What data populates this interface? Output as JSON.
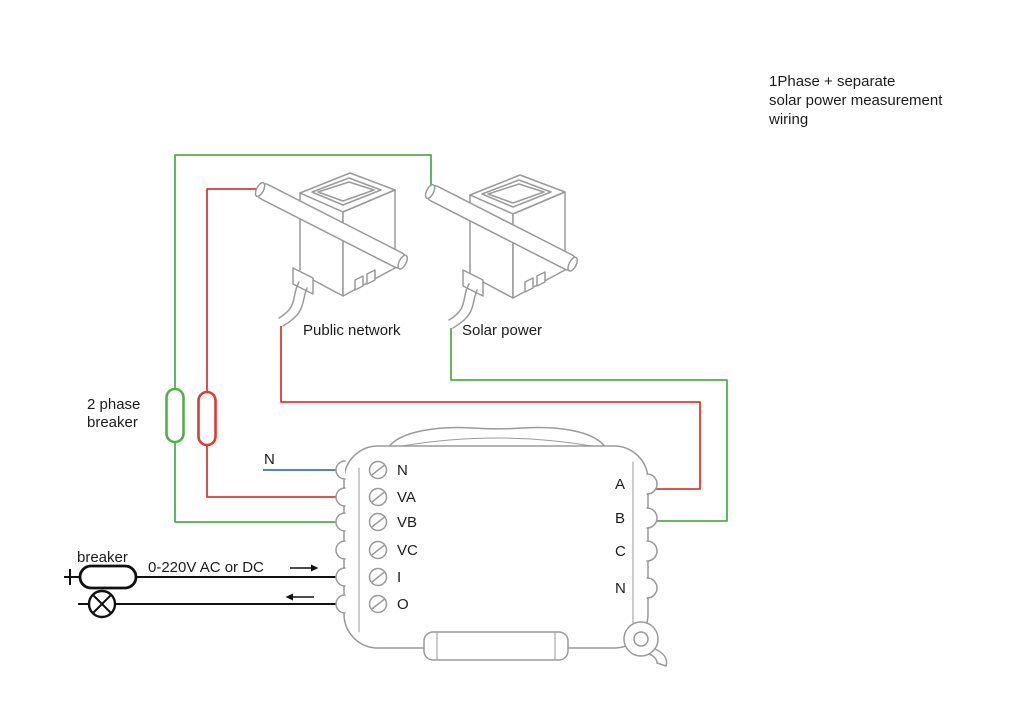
{
  "title": {
    "lines": [
      "1Phase + separate",
      "solar power measurement",
      "wiring"
    ]
  },
  "labels": {
    "public_network": "Public network",
    "solar_power": "Solar power",
    "phase_breaker_line1": "2 phase",
    "phase_breaker_line2": "breaker",
    "breaker": "breaker",
    "voltage": "0-220V AC or DC",
    "neutral": "N"
  },
  "meter": {
    "left_terminals": [
      "N",
      "VA",
      "VB",
      "VC",
      "I",
      "O"
    ],
    "right_terminals": [
      "A",
      "B",
      "C",
      "N"
    ]
  },
  "colors": {
    "green": "#52ae4a",
    "red": "#dd3b33",
    "blue": "#4472a8",
    "black": "#111111",
    "line_gray": "#9a9a9a",
    "text": "#1c1c1c"
  }
}
